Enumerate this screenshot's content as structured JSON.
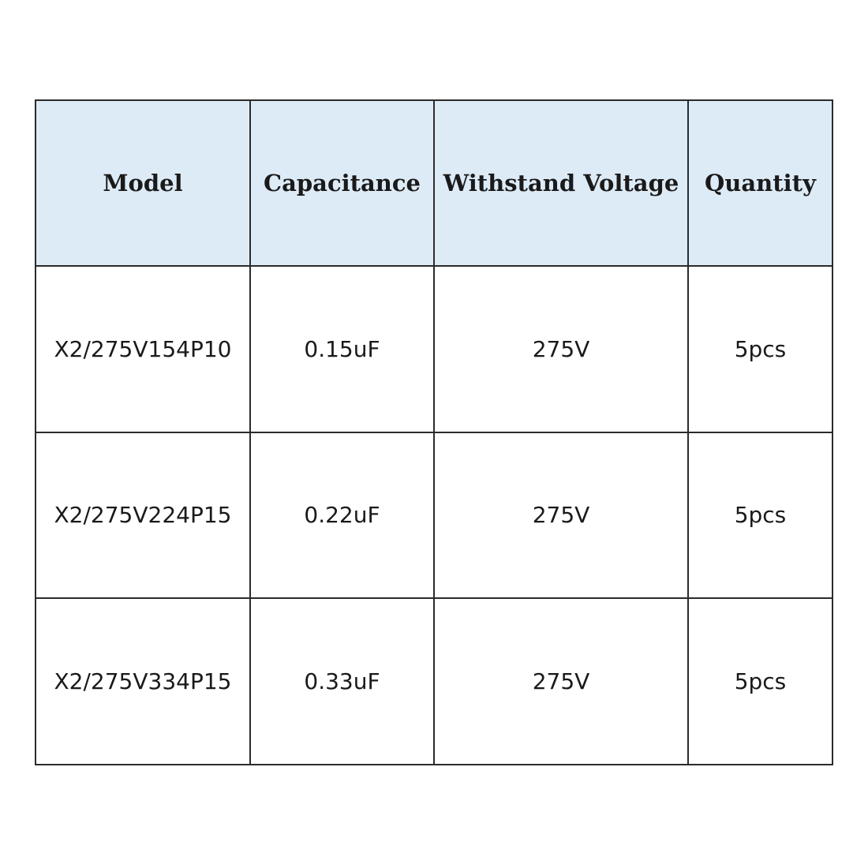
{
  "table": {
    "headers": [
      "Model",
      "Capacitance",
      "Withstand Voltage",
      "Quantity"
    ],
    "rows": [
      [
        "X2/275V154P10",
        "0.15uF",
        "275V",
        "5pcs"
      ],
      [
        "X2/275V224P15",
        "0.22uF",
        "275V",
        "5pcs"
      ],
      [
        "X2/275V334P15",
        "0.33uF",
        "275V",
        "5pcs"
      ]
    ],
    "header_background": "#ddebf7",
    "border_color": "#2b2b2b"
  }
}
